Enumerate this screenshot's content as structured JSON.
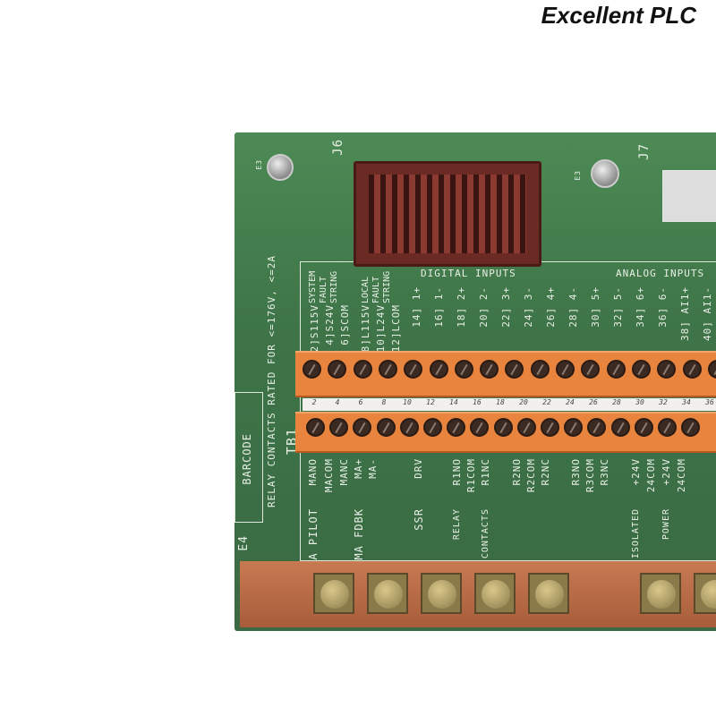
{
  "watermark": "Excellent PLC",
  "board": {
    "j6": "J6",
    "j7": "J7",
    "e3": "E3",
    "e4": "E4",
    "tb1": "TB1",
    "barcode": "BARCODE",
    "relay_rating": "RELAY CONTACTS RATED FOR <=176V, <=2A",
    "top_labels": [
      "2]S115V",
      "4]S24V",
      "6]SCOM",
      "8]L115V",
      "10]L24V",
      "12]LCOM",
      "14] 1+",
      "16] 1-",
      "18] 2+",
      "20] 2-",
      "22] 3+",
      "24] 3-",
      "26] 4+",
      "28] 4-",
      "30] 5+",
      "32] 5-",
      "34] 6+",
      "36] 6-",
      "38] AI1+",
      "40] AI1-"
    ],
    "top_groups": [
      "SYSTEM FAULT STRING",
      "LOCAL FAULT STRING",
      "DIGITAL INPUTS",
      "ANALOG INPUTS"
    ],
    "terminal_numbers": [
      "2",
      "4",
      "6",
      "8",
      "10",
      "12",
      "14",
      "16",
      "18",
      "20",
      "22",
      "24",
      "26",
      "28",
      "30",
      "32",
      "34",
      "36"
    ],
    "bottom_labels": [
      "MANO",
      "MACOM",
      "MANC",
      "MA+",
      "MA-",
      "DRV",
      "R1NO",
      "R1COM",
      "R1NC",
      "R2NO",
      "R2COM",
      "R2NC",
      "R3NO",
      "R3COM",
      "R3NC",
      "+24V",
      "24COM",
      "+24V",
      "24COM"
    ],
    "bottom_groups": [
      "MA PILOT",
      "MA FDBK",
      "SSR",
      "RELAY",
      "CONTACTS",
      "ISOLATED",
      "POWER"
    ]
  },
  "colors": {
    "pcb": "#3e7448",
    "terminal": "#e8843e",
    "connector": "#6b2a24",
    "copper": "#b5683f"
  }
}
